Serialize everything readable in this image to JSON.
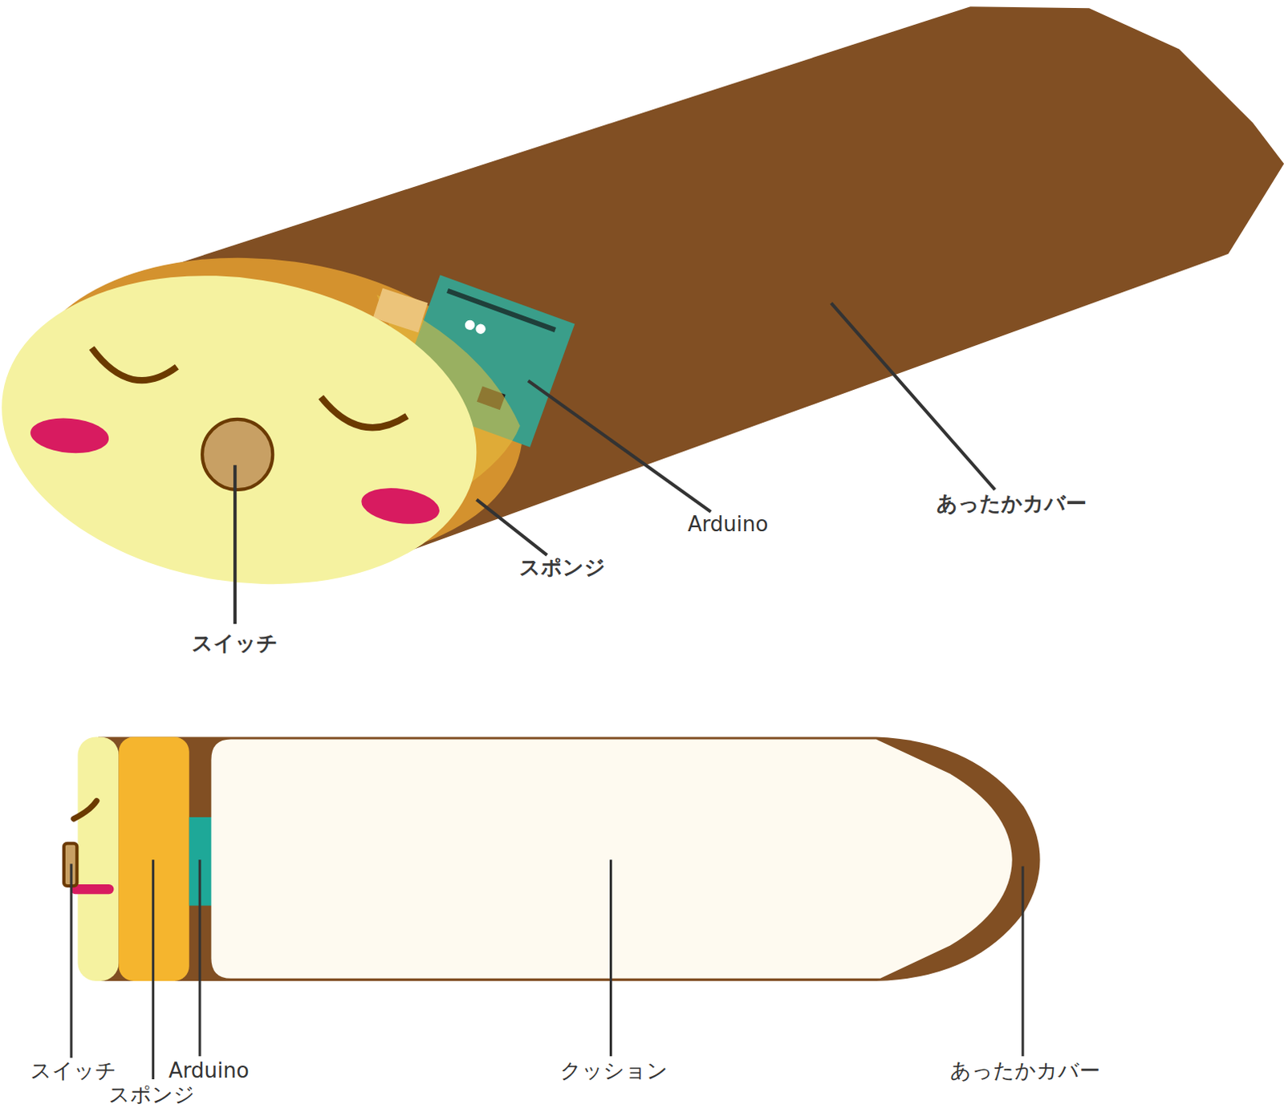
{
  "diagram": {
    "labels": [
      "あったかカバー",
      "Arduino",
      "スポンジ",
      "スイッチ",
      "スイッチ",
      "Arduino",
      "クッション",
      "あったかカバー",
      "スポンジ"
    ]
  }
}
